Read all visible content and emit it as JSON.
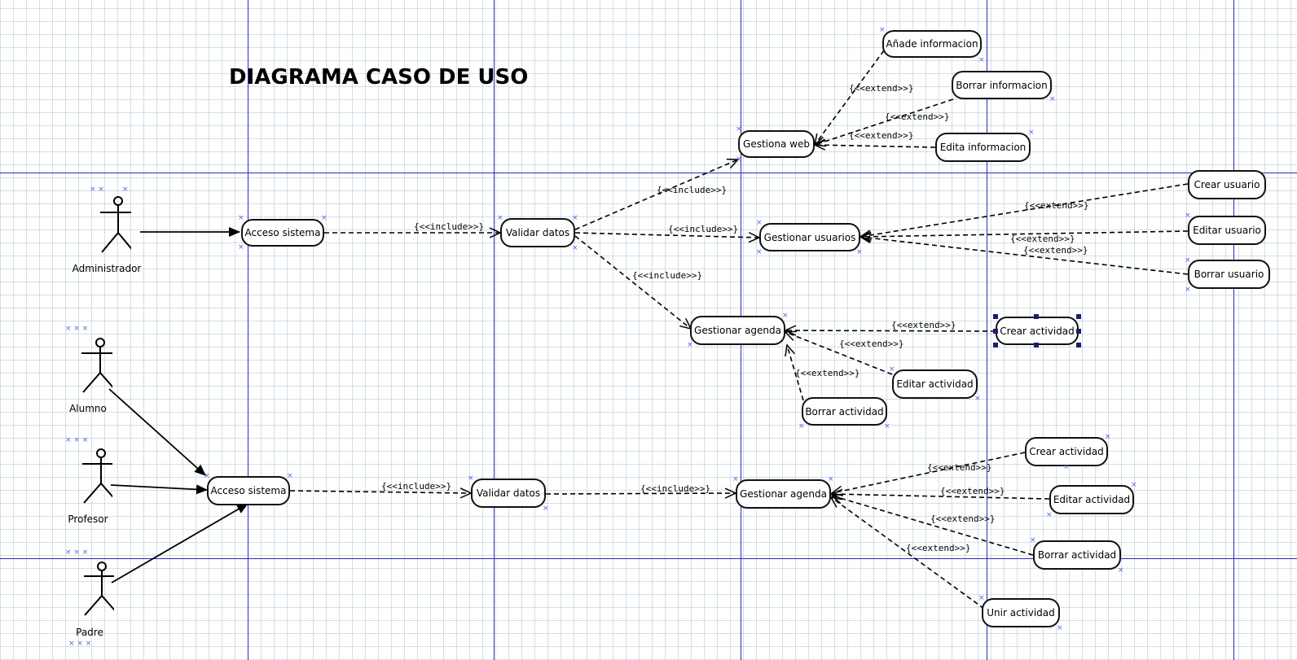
{
  "title": "DIAGRAMA CASO DE USO",
  "actors": {
    "administrador": "Administrador",
    "alumno": "Alumno",
    "profesor": "Profesor",
    "padre": "Padre"
  },
  "use_cases": {
    "acceso_sistema_1": "Acceso sistema",
    "validar_datos_1": "Validar datos",
    "gestiona_web": "Gestiona web",
    "anade_informacion": "Añade informacion",
    "borrar_informacion": "Borrar informacion",
    "edita_informacion": "Edita informacion",
    "gestionar_usuarios": "Gestionar usuarios",
    "crear_usuario": "Crear usuario",
    "editar_usuario": "Editar usuario",
    "borrar_usuario": "Borrar usuario",
    "gestionar_agenda_1": "Gestionar agenda",
    "crear_actividad_1": "Crear actividad",
    "editar_actividad_1": "Editar actividad",
    "borrar_actividad_1": "Borrar actividad",
    "acceso_sistema_2": "Acceso sistema",
    "validar_datos_2": "Validar datos",
    "gestionar_agenda_2": "Gestionar agenda",
    "crear_actividad_2": "Crear actividad",
    "editar_actividad_2": "Editar actividad",
    "borrar_actividad_2": "Borrar actividad",
    "unir_actividad": "Unir actividad"
  },
  "stereotypes": {
    "include": "{<<include>>}",
    "extend": "{<<extend>>}"
  },
  "colors": {
    "guide_line": "#2b2bbb",
    "grid": "#a0b9c8",
    "selection_handle": "#1b1f6b",
    "marker": "#5566dd"
  }
}
